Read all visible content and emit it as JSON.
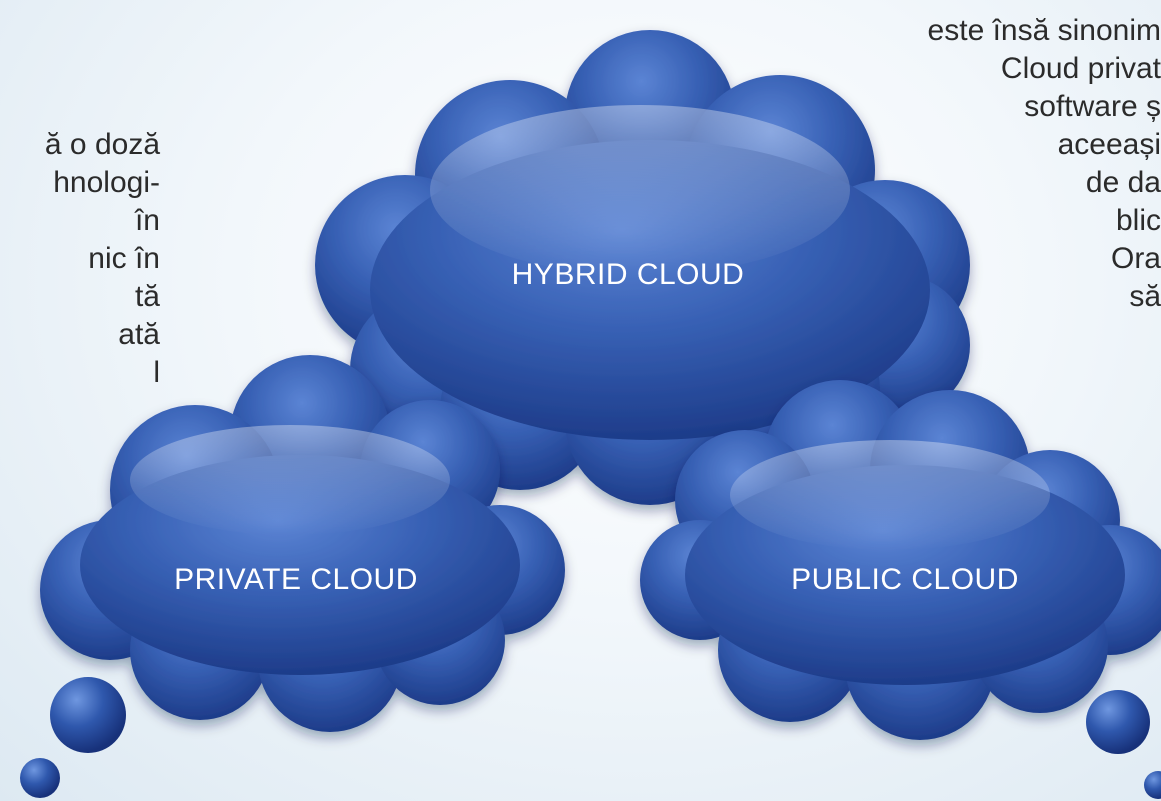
{
  "left_text": {
    "lines": [
      "ă o doză",
      "hnologi-",
      "în",
      "nic în",
      "tă",
      "ată",
      "l"
    ]
  },
  "right_text": {
    "lines": [
      "este însă sinonim",
      "Cloud privat",
      "software ș",
      "aceeași",
      "de da",
      "blic",
      "Ora",
      "să"
    ]
  },
  "clouds": {
    "hybrid": {
      "label": "HYBRID CLOUD"
    },
    "private": {
      "label": "PRIVATE CLOUD"
    },
    "public": {
      "label": "PUBLIC CLOUD"
    }
  },
  "colors": {
    "cloud_light": "#4a72c4",
    "cloud_mid": "#2f55a8",
    "cloud_dark": "#1b3a86",
    "text": "#2b2b2b"
  }
}
